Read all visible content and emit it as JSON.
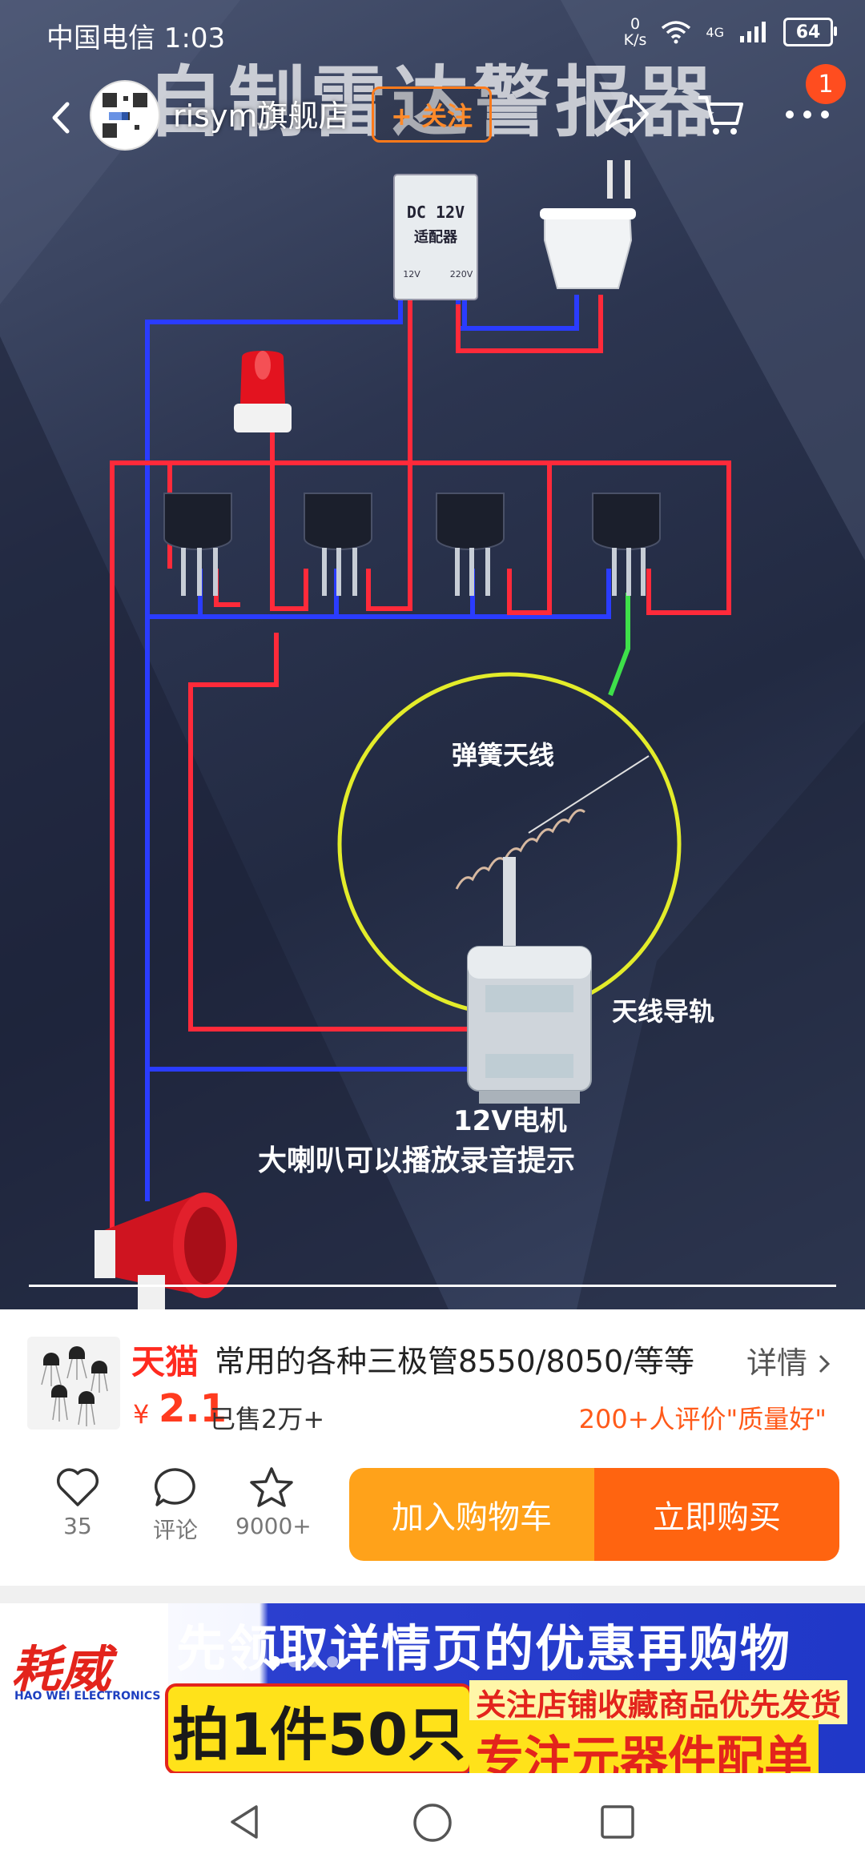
{
  "status_bar": {
    "carrier_time": "中国电信 1:03",
    "net_speed_value": "0",
    "net_speed_unit": "K/s",
    "network": "4G",
    "battery": "64"
  },
  "shop": {
    "name": "risym旗舰店",
    "follow_label": "+ 关注",
    "cart_badge": "1"
  },
  "video": {
    "overlay_title": "自制雷达警报器",
    "adapter_line1": "DC 12V",
    "adapter_line2": "适配器",
    "adapter_left": "12V",
    "adapter_right": "220V",
    "label_antenna": "弹簧天线",
    "label_rail": "天线导轨",
    "label_motor": "12V电机",
    "label_speaker": "大喇叭可以播放录音提示"
  },
  "product": {
    "platform": "天猫",
    "title": "常用的各种三极管8550/8050/等等",
    "details": "详情",
    "currency": "¥",
    "price": "2.1",
    "sold": "已售2万+",
    "reviews": "200+人评价\"质量好\"",
    "like_count": "35",
    "comment_label": "评论",
    "fav_count": "9000+",
    "add_cart": "加入购物车",
    "buy_now": "立即购买"
  },
  "ad": {
    "brand": "耗威",
    "brand_sub": "HAO WEI ELECTRONICS",
    "headline": "先领取详情页的优惠再购物",
    "big": "拍1件50只",
    "sub1": "关注店铺收藏商品优先发货",
    "sub2": "专注元器件配单"
  },
  "colors": {
    "accent_orange": "#ff6410",
    "cart_orange": "#ffa21a",
    "price_red": "#ff3b1f",
    "tmall_red": "#ff2a1f"
  },
  "icons": [
    "back-icon",
    "share-icon",
    "cart-icon",
    "more-icon",
    "heart-icon",
    "comment-icon",
    "star-icon",
    "nav-back-icon",
    "nav-home-icon",
    "nav-recent-icon"
  ]
}
